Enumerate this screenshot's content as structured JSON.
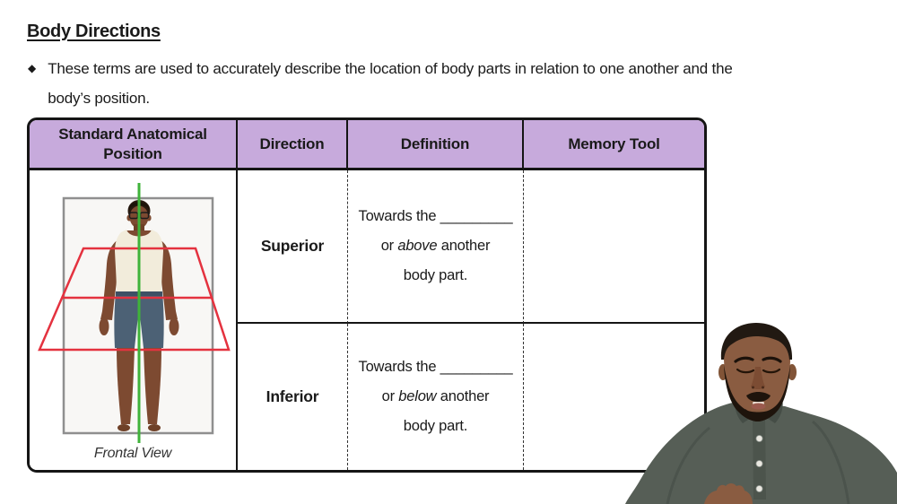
{
  "page": {
    "title": "Body Directions",
    "bullet_glyph": "◆",
    "bullet_line1": "These terms are used to accurately describe the location of body parts in relation to one another and the",
    "bullet_line2": "body’s position."
  },
  "table": {
    "headers": {
      "position": "Standard Anatomical Position",
      "direction": "Direction",
      "definition": "Definition",
      "memory_tool": "Memory Tool"
    },
    "figure": {
      "caption": "Frontal View"
    },
    "rows": [
      {
        "direction": "Superior",
        "definition_line1": "Towards the _________",
        "definition_pre": "or ",
        "definition_term": "above",
        "definition_post": " another",
        "definition_line3": "body part.",
        "memory_tool": ""
      },
      {
        "direction": "Inferior",
        "definition_line1": "Towards the _________",
        "definition_pre": "or ",
        "definition_term": "below",
        "definition_post": " another",
        "definition_line3": "body part.",
        "memory_tool": ""
      }
    ]
  },
  "colors": {
    "header_fill": "#c7aadc",
    "table_border": "#151515",
    "plane_red": "#e4323f",
    "axis_green": "#3fb33a",
    "frame_gray": "#8f8f8f",
    "shirt_gray": "#565e56",
    "text": "#1a1a1a"
  }
}
